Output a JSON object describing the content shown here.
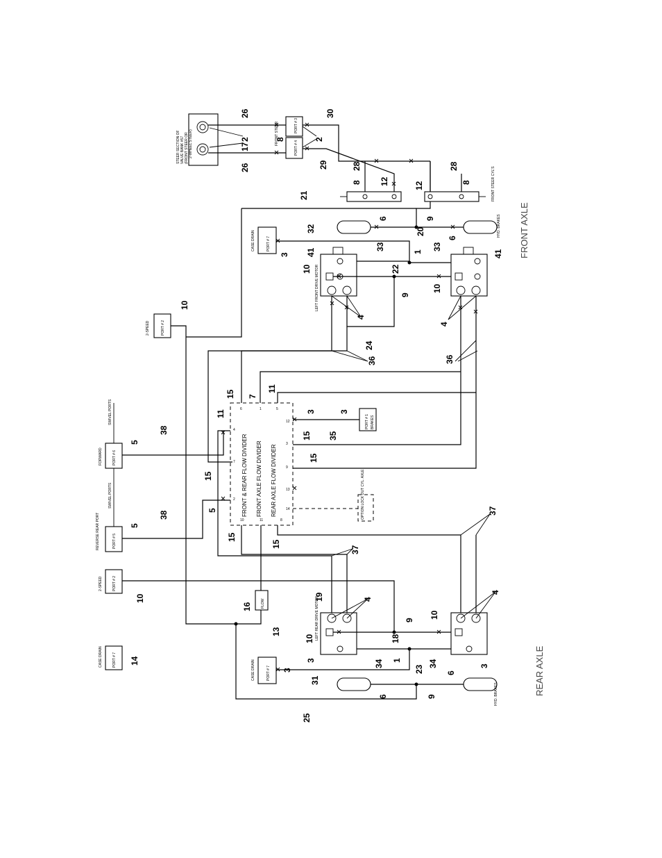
{
  "titles": {
    "front_axle": "FRONT AXLE",
    "rear_axle": "REAR AXLE"
  },
  "divider": {
    "line1": "FRONT & REAR FLOW DIVIDER",
    "line2": "FRONT AXLE FLOW DIVIDER",
    "line3": "REAR AXLE FLOW DIVIDER",
    "ports": [
      "6",
      "1",
      "5",
      "4",
      "7",
      "2",
      "10",
      "11",
      "12",
      "3",
      "9",
      "13",
      "14",
      "8"
    ]
  },
  "labels": {
    "steer_section": [
      "STEER SECTION OF",
      "VALVE BANK #57",
      "(FRONT STEER OR",
      "2-WHEEL STEER)"
    ],
    "port3_top": "PORT # 3",
    "port4_top": "PORT # 4",
    "front_steer": "FRONT STEER",
    "front_steer_cyl": "FRONT STEER CYL'S",
    "case_drain": "CASE DRAIN",
    "port7": "PORT # 7",
    "port2": "PORT # 2",
    "two_speed": "2-SPEED",
    "port6": "PORT # 6",
    "forward": "FORWARD",
    "swivel_ports": "SWIVEL PORTS",
    "port5": "PORT # 5",
    "reverse": "REVERSE REAR PORT",
    "port1": "PORT # 1",
    "brakes": "BRAKES",
    "option": "OPTION LOCK OUT CYL. AXLE",
    "flow": "FLOW",
    "hyd_brakes": "HYD. BRAKES",
    "left_front_motor": "LEFT FRONT DRIVE MOTOR",
    "left_rear_motor": "LEFT REAR DRIVE MOTOR"
  },
  "callouts": {
    "c26a": "26",
    "c26b": "26",
    "c2a": "2",
    "c17": "17",
    "c8a": "8",
    "c2b": "2",
    "c30": "30",
    "c29": "29",
    "c28a": "28",
    "c28b": "28",
    "c8b": "8",
    "c12a": "12",
    "c12b": "12",
    "c8c": "8",
    "c21": "21",
    "c6a": "6",
    "c9a": "9",
    "c20": "20",
    "c6b": "6",
    "c32": "32",
    "c3a": "3",
    "c41a": "41",
    "c33a": "33",
    "c1a": "1",
    "c33b": "33",
    "c41b": "41",
    "c10a": "10",
    "c22": "22",
    "c10b": "10",
    "c9b": "9",
    "c4a": "4",
    "c4b": "4",
    "c24": "24",
    "c36a": "36",
    "c36b": "36",
    "c10c": "10",
    "c15a": "15",
    "c7a": "7",
    "c11a": "11",
    "c3b": "3",
    "c3c": "3",
    "c35": "35",
    "c15b": "15",
    "c5a": "5",
    "c38a": "38",
    "c11b": "11",
    "c15c": "15",
    "c15d": "15",
    "c5b": "5",
    "c5c": "5",
    "c38b": "38",
    "c15e": "15",
    "c15f": "15",
    "c37a": "37",
    "c37b": "37",
    "c10d": "10",
    "c19": "19",
    "c16": "16",
    "c13": "13",
    "c4c": "4",
    "c4d": "4",
    "c9c": "9",
    "c10e": "10",
    "c10f": "10",
    "c18": "18",
    "c3d": "3",
    "c34a": "34",
    "c1b": "1",
    "c34b": "34",
    "c3e": "3",
    "c14": "14",
    "c3f": "3",
    "c31": "31",
    "c6c": "6",
    "c23": "23",
    "c6d": "6",
    "c9d": "9",
    "c25": "25"
  }
}
